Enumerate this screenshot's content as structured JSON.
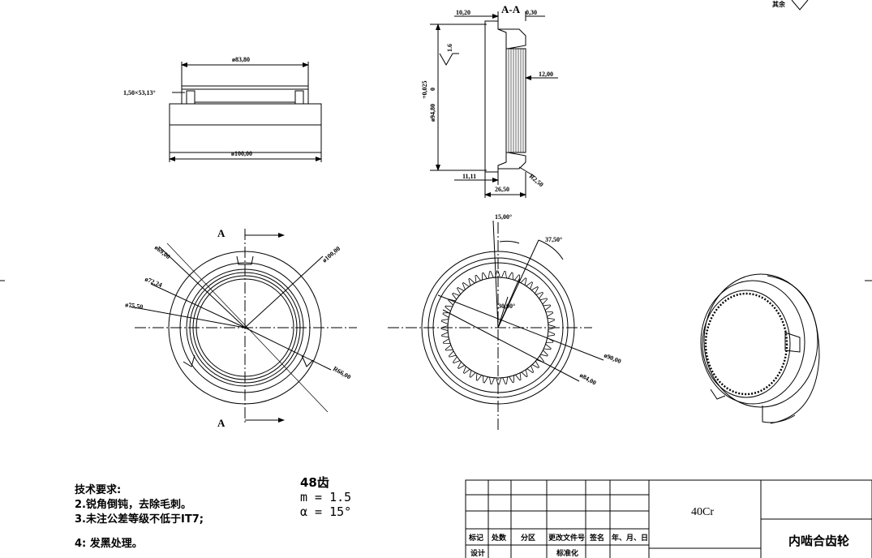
{
  "views": {
    "top": {
      "dia_inner": "ø83,80",
      "chamfer": "1,50×53,13°",
      "dia_outer": "ø100,00"
    },
    "section": {
      "title": "A-A",
      "dim_top_left": "10,20",
      "dim_top_right": "0,30",
      "tolerance": "+0,025",
      "tolerance_lower": "0",
      "dia": "ø94,80",
      "roughness": "1.6",
      "width": "12,00",
      "bottom_1": "11,11",
      "bottom_2": "26,50",
      "radius": "R2,50"
    },
    "front": {
      "section_mark_top": "A",
      "section_mark_bottom": "A",
      "d1": "ø69,00",
      "d2": "ø72,24",
      "d3": "ø75,50",
      "d4": "ø100,00",
      "radius": "R66,00"
    },
    "gear": {
      "angle1": "15,00°",
      "angle2": "37,50°",
      "angle3": "30,00°",
      "d1": "ø90,00",
      "d2": "ø84,00"
    }
  },
  "roughness_rest": "其余",
  "tech_requirements": {
    "title": "技术要求:",
    "items": [
      "2.锐角倒钝，去除毛刺。",
      "3.未注公差等级不低于IT7;",
      "4: 发黑处理。"
    ]
  },
  "gear_params": {
    "teeth": "48齿",
    "module": "m = 1.5",
    "angle": "α = 15°"
  },
  "title_block": {
    "headers": [
      "标记",
      "处数",
      "分区",
      "更改文件号",
      "签名",
      "年、月、日"
    ],
    "row2": [
      "设计",
      "标准化"
    ],
    "material": "40Cr",
    "part_name": "内啮合齿轮"
  }
}
